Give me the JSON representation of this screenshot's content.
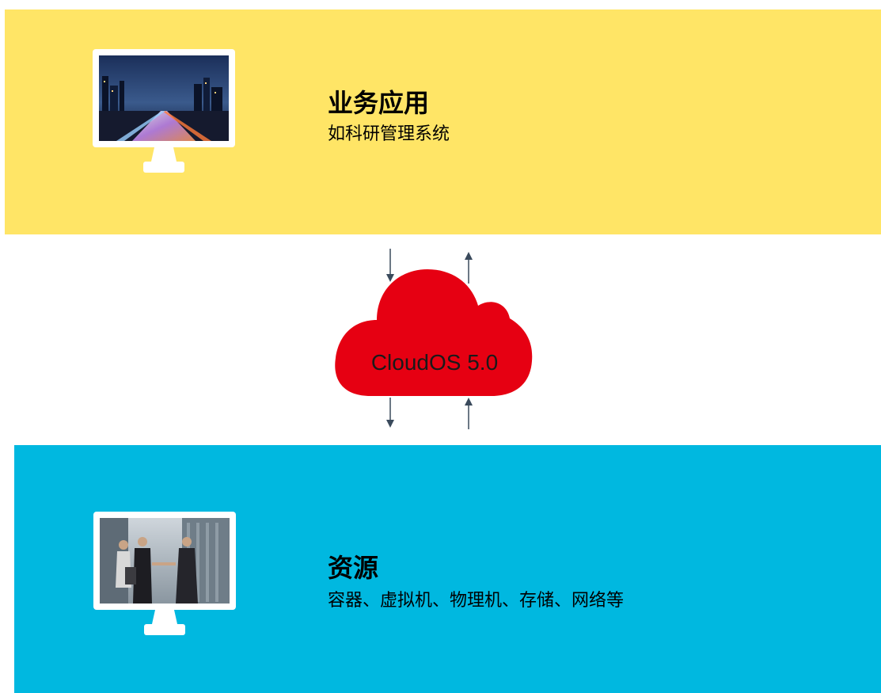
{
  "colors": {
    "top_band": "#ffe566",
    "bottom_band": "#00b8e0",
    "cloud": "#e60012",
    "arrow": "#3a4a5c"
  },
  "top_section": {
    "title": "业务应用",
    "subtitle": "如科研管理系统",
    "image": "city-night-traffic-monitor-icon"
  },
  "cloud": {
    "label": "CloudOS 5.0",
    "icon": "cloud-icon"
  },
  "bottom_section": {
    "title": "资源",
    "subtitle": "容器、虚拟机、物理机、存储、网络等",
    "image": "business-handshake-monitor-icon"
  }
}
